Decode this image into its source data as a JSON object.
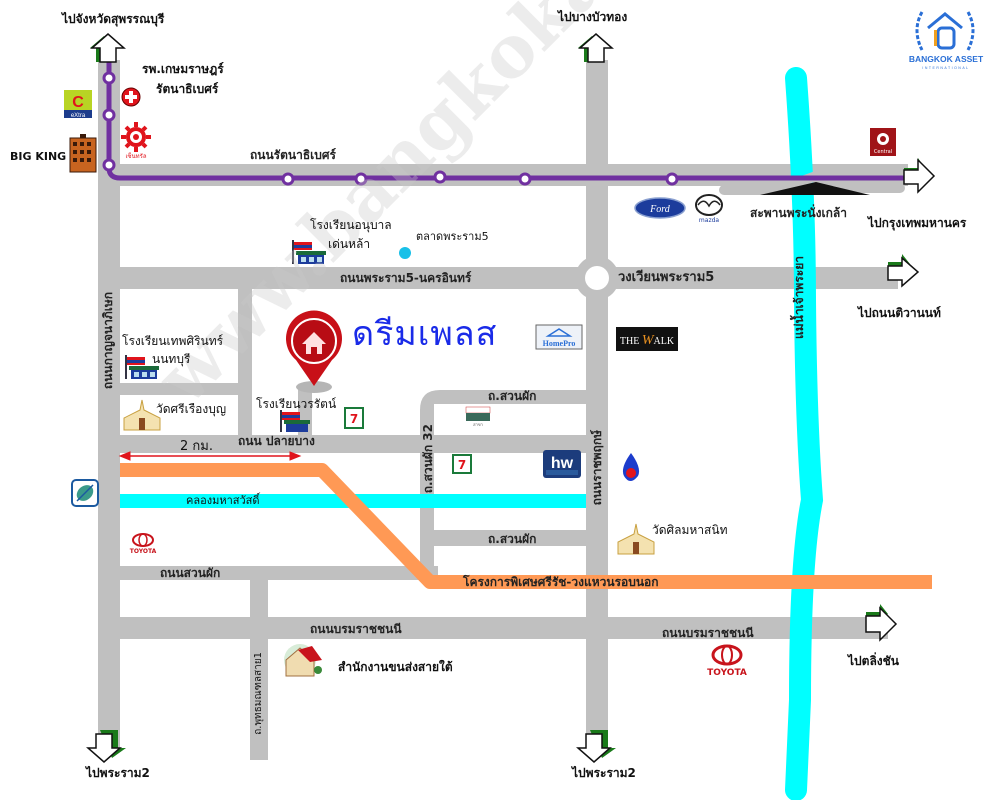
{
  "map": {
    "title": "ดรีมเพลส",
    "logo": {
      "name": "BANGKOK ASSET",
      "sub": "INTERNATIONAL",
      "color": "#2a6fd6"
    },
    "watermark": "www.bangkokassets.com",
    "colors": {
      "road": "#c0c0c0",
      "metro_line": "#7030a0",
      "river": "#00ffff",
      "expressway": "#ff9955",
      "pin": "#d0141c",
      "title": "#1a2be8",
      "arrow_shadow": "#1a7a1a"
    },
    "directions": {
      "north_left": "ไปจังหวัดสุพรรณบุรี",
      "north_mid": "ไปบางบัวทอง",
      "east_top": "ไปกรุงเทพมหานคร",
      "east_mid": "ไปถนนติวานนท์",
      "east_bottom": "ไปตลิ่งชัน",
      "south_left": "ไปพระราม2",
      "south_mid": "ไปพระราม2"
    },
    "roads": {
      "rattanathibet": "ถนนรัตนาธิเบศร์",
      "rama5": "ถนนพระราม5-นครอินทร์",
      "rama5_circle": "วงเวียนพระราม5",
      "kanchanaphisek": "ถนนกาญจนาภิเษก",
      "ratchaphruek": "ถนนราชพฤกษ์",
      "plai_bang": "ถนน ปลายบาง",
      "suan_phak_a": "ถ.สวนผัก",
      "suan_phak_b": "ถ.สวนผัก",
      "suan_phak_32": "ถ.สวนผัก 32",
      "suan_phak_main": "ถนนสวนผัก",
      "borommaratchachonnani_left": "ถนนบรมราชชนนี",
      "borommaratchachonnani_right": "ถนนบรมราชชนนี",
      "phutthamonthon1": "ถ.พุทธมณฑลสาย1",
      "expressway": "โครงการพิเศษศรีรัช-วงแหวนรอบนอก",
      "canal": "คลองมหาสวัสดิ์",
      "river": "แม่น้ำเจ้าพระยา",
      "bridge": "สะพานพระนั่งเกล้า"
    },
    "scale": "2 กม.",
    "places": {
      "hospital": [
        "รพ.เกษมราษฎร์",
        "รัตนาธิเบศร์"
      ],
      "big_king": "BIG KING",
      "big_c": "big C eXtra",
      "central": "Central",
      "school_anuban": [
        "โรงเรียนอนุบาล",
        "เด่นหล้า"
      ],
      "market": "ตลาดพระราม5",
      "school_thepsirin": [
        "โรงเรียนเทพศิรินทร์",
        "นนทบุรี"
      ],
      "wat_sirueang": "วัดศรีเรืองบุญ",
      "school_worarat": "โรงเรียนวรรัตน์",
      "wat_silom": "วัดศิลมหาสนิท",
      "transport_office": "สำนักงานขนส่งสายใต้",
      "homepro": "HomePro",
      "thewalk": "THE WALK",
      "homeworks": "hw",
      "tesco": "TESCO Lotus",
      "ford": "Ford",
      "mazda": "mazda",
      "toyota_left": "TOYOTA",
      "toyota_right": "TOYOTA",
      "seven_eleven": "7-ELEVEN"
    }
  }
}
